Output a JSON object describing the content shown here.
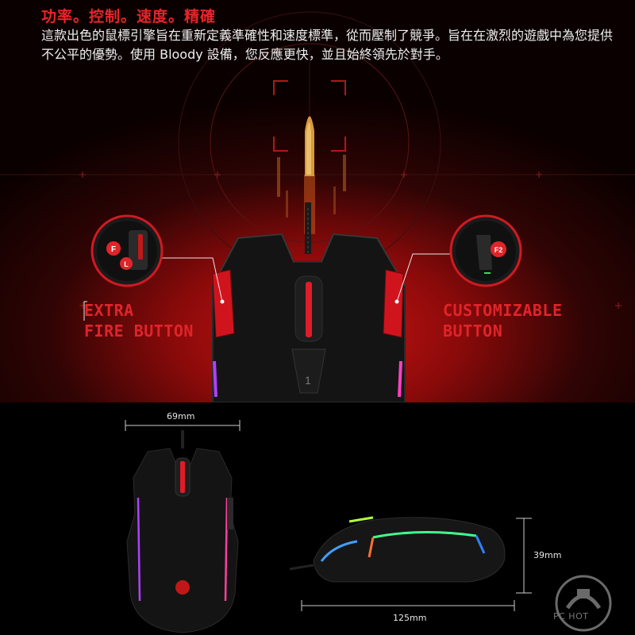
{
  "header": {
    "title": "功率。控制。速度。精確",
    "description": "這款出色的鼠標引擎旨在重新定義準確性和速度標準，從而壓制了競爭。旨在在激烈的遊戲中為您提供不公平的優勢。使用 Bloody 設備，您反應更快，並且始終領先於對手。"
  },
  "callouts": {
    "left": {
      "line1": "EXTRA",
      "line2": "FIRE BUTTON",
      "badge_f": "F",
      "badge_l": "L"
    },
    "right": {
      "line1": "CUSTOMIZABLE",
      "line2": "BUTTON",
      "badge_f2": "F2"
    }
  },
  "mouse": {
    "dpi_digit": "1"
  },
  "dimensions": {
    "width": "69mm",
    "height": "39mm",
    "length": "125mm"
  },
  "watermark": {
    "text": "PC HOT"
  },
  "colors": {
    "accent": "#e0242a",
    "bullet": "#d89a3a"
  }
}
